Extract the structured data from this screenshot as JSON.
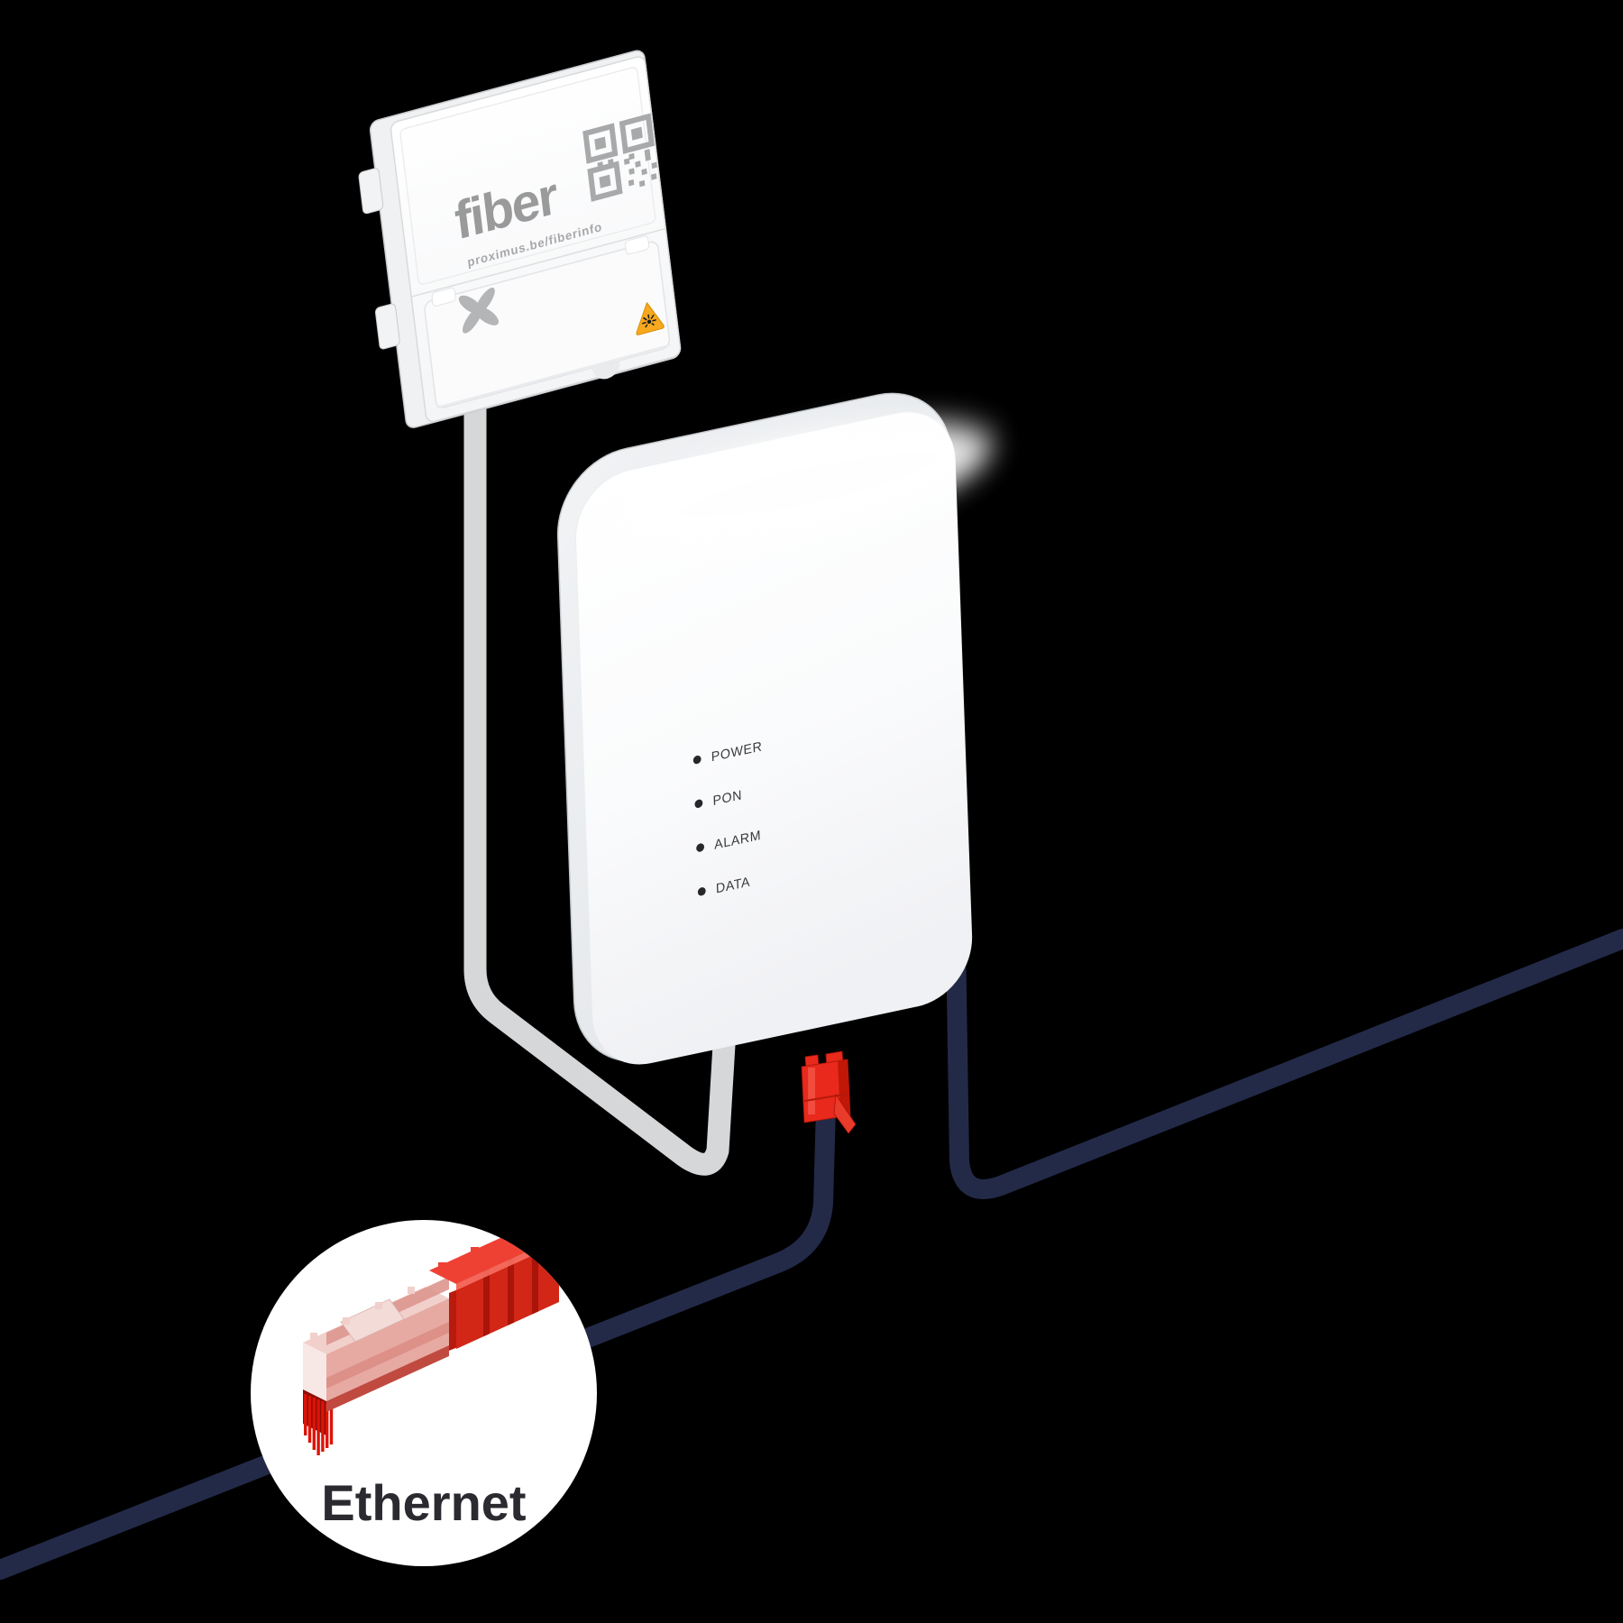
{
  "illustration": {
    "title": "fiber-installation-diagram",
    "wall_box": {
      "brand": "fiber",
      "url": "proximus.be/fiberinfo",
      "icons": [
        "qr-code-icon",
        "proximus-logo-icon",
        "laser-warning-icon"
      ]
    },
    "ont": {
      "leds": [
        "POWER",
        "PON",
        "ALARM",
        "DATA"
      ]
    },
    "inset": {
      "label": "Ethernet",
      "icon": "ethernet-plug-pixel-icon"
    },
    "colors": {
      "background": "#000000",
      "device_white": "#ffffff",
      "fiber_cable_gray": "#d6d7d9",
      "ethernet_cable_navy": "#232a48",
      "connector_red": "#e8291c",
      "warning_amber": "#f7a81f",
      "logo_gray": "#9a9a9a",
      "led_label_dark": "#3a3a3e",
      "inset_text_dark": "#2a2a30"
    }
  }
}
